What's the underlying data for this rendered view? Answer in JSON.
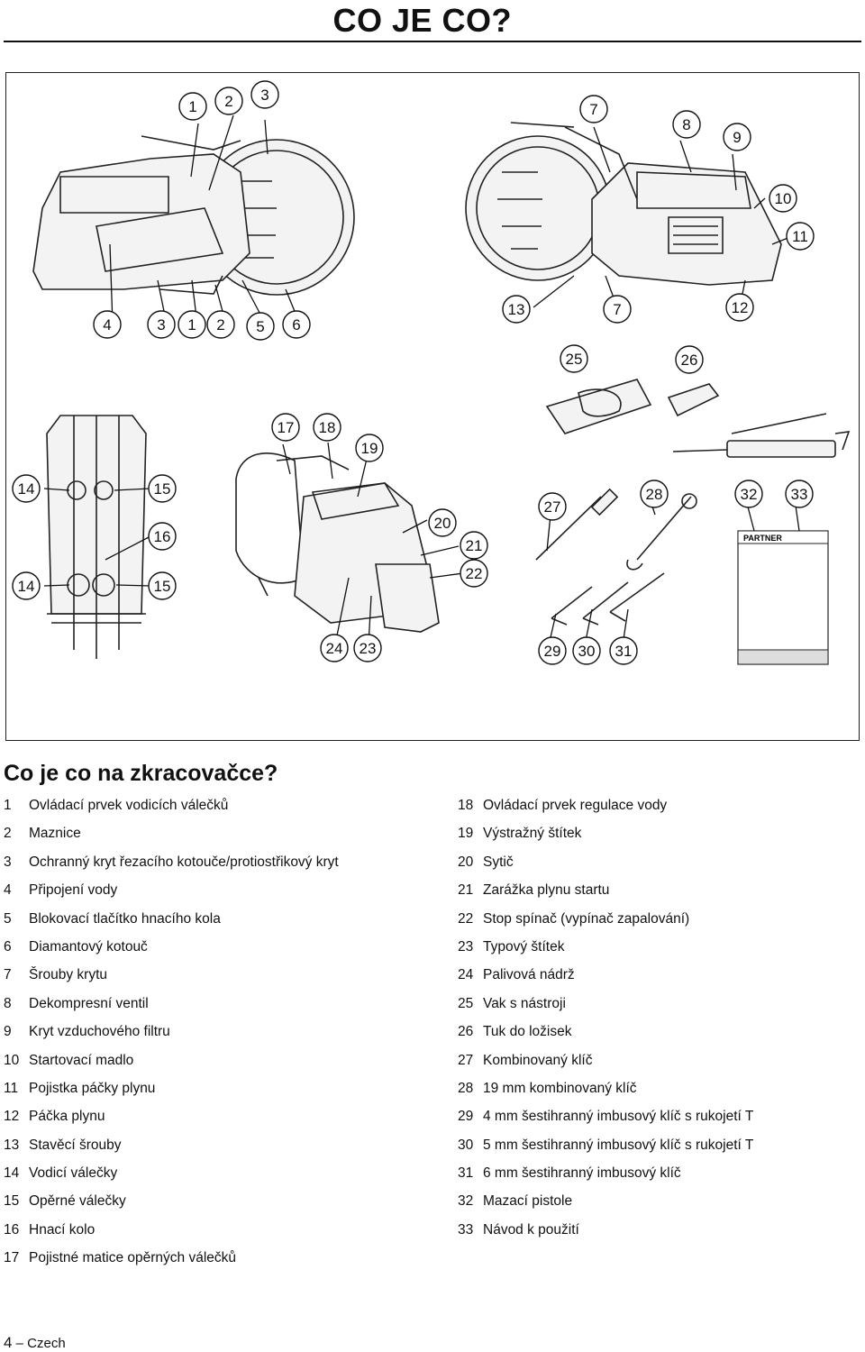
{
  "page": {
    "title": "CO JE CO?",
    "heading": "Co je co na zkracovačce?",
    "footer_page": "4",
    "footer_sep": "–",
    "footer_lang": "Czech"
  },
  "figure": {
    "manual_cover_brand": "PARTNER"
  },
  "callouts": [
    "1",
    "2",
    "3",
    "4",
    "3",
    "1",
    "2",
    "5",
    "6",
    "7",
    "8",
    "9",
    "10",
    "11",
    "13",
    "7",
    "12",
    "25",
    "26",
    "17",
    "18",
    "19",
    "14",
    "15",
    "16",
    "14",
    "15",
    "20",
    "21",
    "22",
    "24",
    "23",
    "27",
    "28",
    "32",
    "33",
    "29",
    "30",
    "31"
  ],
  "parts_left": [
    {
      "num": "1",
      "label": "Ovládací prvek vodicích válečků"
    },
    {
      "num": "2",
      "label": "Maznice"
    },
    {
      "num": "3",
      "label": "Ochranný kryt řezacího kotouče/protiostřikový kryt"
    },
    {
      "num": "4",
      "label": "Připojení vody"
    },
    {
      "num": "5",
      "label": "Blokovací tlačítko hnacího kola"
    },
    {
      "num": "6",
      "label": "Diamantový kotouč"
    },
    {
      "num": "7",
      "label": "Šrouby krytu"
    },
    {
      "num": "8",
      "label": "Dekompresní ventil"
    },
    {
      "num": "9",
      "label": "Kryt vzduchového filtru"
    },
    {
      "num": "10",
      "label": "Startovací madlo"
    },
    {
      "num": "11",
      "label": "Pojistka páčky plynu"
    },
    {
      "num": "12",
      "label": "Páčka plynu"
    },
    {
      "num": "13",
      "label": "Stavěcí šrouby"
    },
    {
      "num": "14",
      "label": "Vodicí válečky"
    },
    {
      "num": "15",
      "label": "Opěrné válečky"
    },
    {
      "num": "16",
      "label": "Hnací kolo"
    },
    {
      "num": "17",
      "label": "Pojistné matice opěrných válečků"
    }
  ],
  "parts_right": [
    {
      "num": "18",
      "label": "Ovládací prvek regulace vody"
    },
    {
      "num": "19",
      "label": "Výstražný štítek"
    },
    {
      "num": "20",
      "label": "Sytič"
    },
    {
      "num": "21",
      "label": "Zarážka plynu startu"
    },
    {
      "num": "22",
      "label": "Stop spínač (vypínač zapalování)"
    },
    {
      "num": "23",
      "label": "Typový štítek"
    },
    {
      "num": "24",
      "label": "Palivová nádrž"
    },
    {
      "num": "25",
      "label": "Vak s nástroji"
    },
    {
      "num": "26",
      "label": "Tuk do ložisek"
    },
    {
      "num": "27",
      "label": "Kombinovaný klíč"
    },
    {
      "num": "28",
      "label": "19 mm kombinovaný klíč"
    },
    {
      "num": "29",
      "label": "4 mm šestihranný imbusový klíč s rukojetí T"
    },
    {
      "num": "30",
      "label": "5 mm šestihranný imbusový klíč s rukojetí T"
    },
    {
      "num": "31",
      "label": "6 mm šestihranný imbusový klíč"
    },
    {
      "num": "32",
      "label": "Mazací pistole"
    },
    {
      "num": "33",
      "label": "Návod k použití"
    }
  ]
}
